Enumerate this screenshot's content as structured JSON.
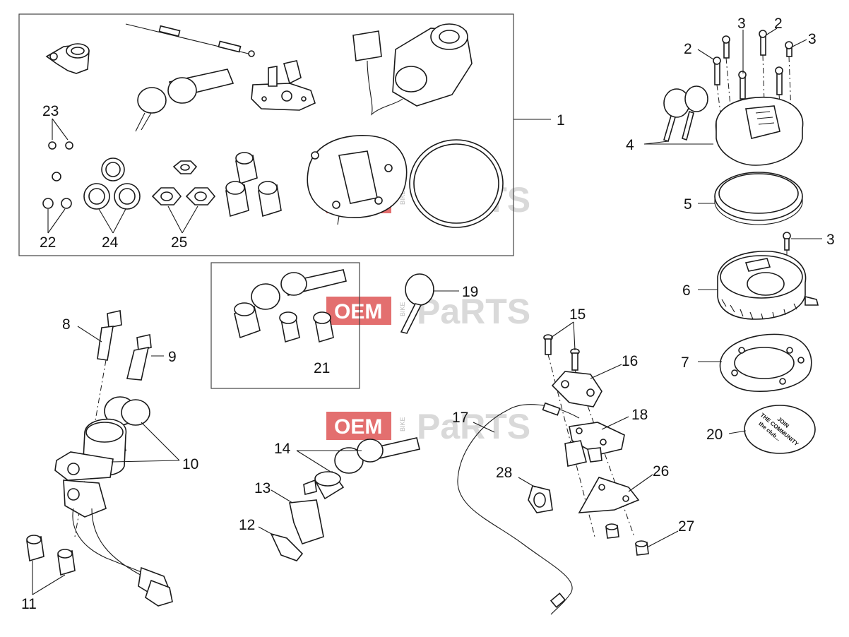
{
  "watermark": {
    "oem": "OEM",
    "bike": "BIKE",
    "parts": "PaRTS",
    "oem_color": "#e36f6f"
  },
  "badge": {
    "line1": "JOIN",
    "line2": "THE COMMUNITY",
    "line3": "the club..."
  },
  "callouts": [
    {
      "id": "1",
      "text": "1"
    },
    {
      "id": "2a",
      "text": "2"
    },
    {
      "id": "2b",
      "text": "2"
    },
    {
      "id": "3a",
      "text": "3"
    },
    {
      "id": "3b",
      "text": "3"
    },
    {
      "id": "3c",
      "text": "3"
    },
    {
      "id": "4",
      "text": "4"
    },
    {
      "id": "5",
      "text": "5"
    },
    {
      "id": "6",
      "text": "6"
    },
    {
      "id": "7",
      "text": "7"
    },
    {
      "id": "8",
      "text": "8"
    },
    {
      "id": "9",
      "text": "9"
    },
    {
      "id": "10",
      "text": "10"
    },
    {
      "id": "11",
      "text": "11"
    },
    {
      "id": "12",
      "text": "12"
    },
    {
      "id": "13",
      "text": "13"
    },
    {
      "id": "14",
      "text": "14"
    },
    {
      "id": "15",
      "text": "15"
    },
    {
      "id": "16",
      "text": "16"
    },
    {
      "id": "17",
      "text": "17"
    },
    {
      "id": "18",
      "text": "18"
    },
    {
      "id": "19",
      "text": "19"
    },
    {
      "id": "20",
      "text": "20"
    },
    {
      "id": "21",
      "text": "21"
    },
    {
      "id": "22",
      "text": "22"
    },
    {
      "id": "23",
      "text": "23"
    },
    {
      "id": "24",
      "text": "24"
    },
    {
      "id": "25",
      "text": "25"
    },
    {
      "id": "26",
      "text": "26"
    },
    {
      "id": "27",
      "text": "27"
    },
    {
      "id": "28",
      "text": "28"
    }
  ]
}
